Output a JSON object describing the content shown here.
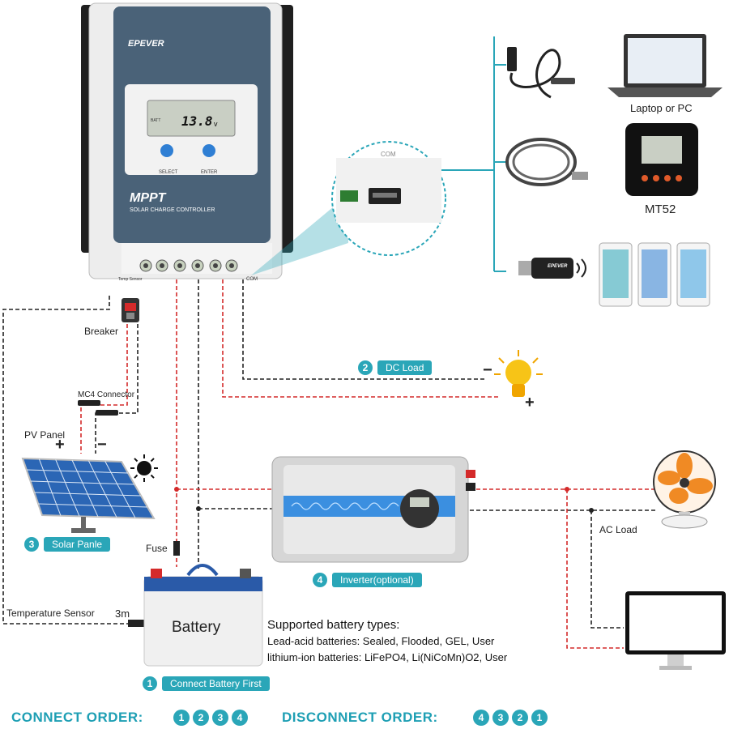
{
  "controller": {
    "brand": "EPEVER",
    "display_value": "13.8",
    "display_unit": "v",
    "display_top": "BATT",
    "btn_select": "SELECT",
    "btn_enter": "ENTER",
    "model": "MPPT",
    "subtitle": "SOLAR CHARGE CONTROLLER",
    "temp_sensor": "Temp Sensor",
    "com_port": "COM"
  },
  "zoom": {
    "label": "COM"
  },
  "devices": {
    "laptop": "Laptop or PC",
    "mt52": "MT52",
    "dongle_brand": "EPEVER"
  },
  "labels": {
    "breaker": "Breaker",
    "mc4": "MC4 Connector",
    "pv_panel": "PV Panel",
    "pv_plus": "+",
    "pv_minus": "−",
    "load_minus": "−",
    "load_plus": "+",
    "fuse": "Fuse",
    "temp_sensor": "Temperature Sensor",
    "temp_len": "3m",
    "ac_load": "AC Load",
    "battery": "Battery"
  },
  "steps": [
    {
      "num": "1",
      "text": "Connect Battery First"
    },
    {
      "num": "2",
      "text": "DC Load"
    },
    {
      "num": "3",
      "text": "Solar Panle"
    },
    {
      "num": "4",
      "text": "Inverter(optional)"
    }
  ],
  "battery_types": {
    "title": "Supported battery types:",
    "lead_acid": "Lead-acid batteries: Sealed, Flooded, GEL, User",
    "lithium": "lithium-ion batteries: LiFePO4, Li(NiCoMn)O2, User"
  },
  "order": {
    "connect_label": "CONNECT ORDER:",
    "connect": [
      "1",
      "2",
      "3",
      "4"
    ],
    "disconnect_label": "DISCONNECT ORDER:",
    "disconnect": [
      "4",
      "3",
      "2",
      "1"
    ]
  },
  "colors": {
    "accent": "#2aa6b8",
    "positive": "#d42a2a",
    "negative": "#222222",
    "controller": "#4a6278"
  }
}
